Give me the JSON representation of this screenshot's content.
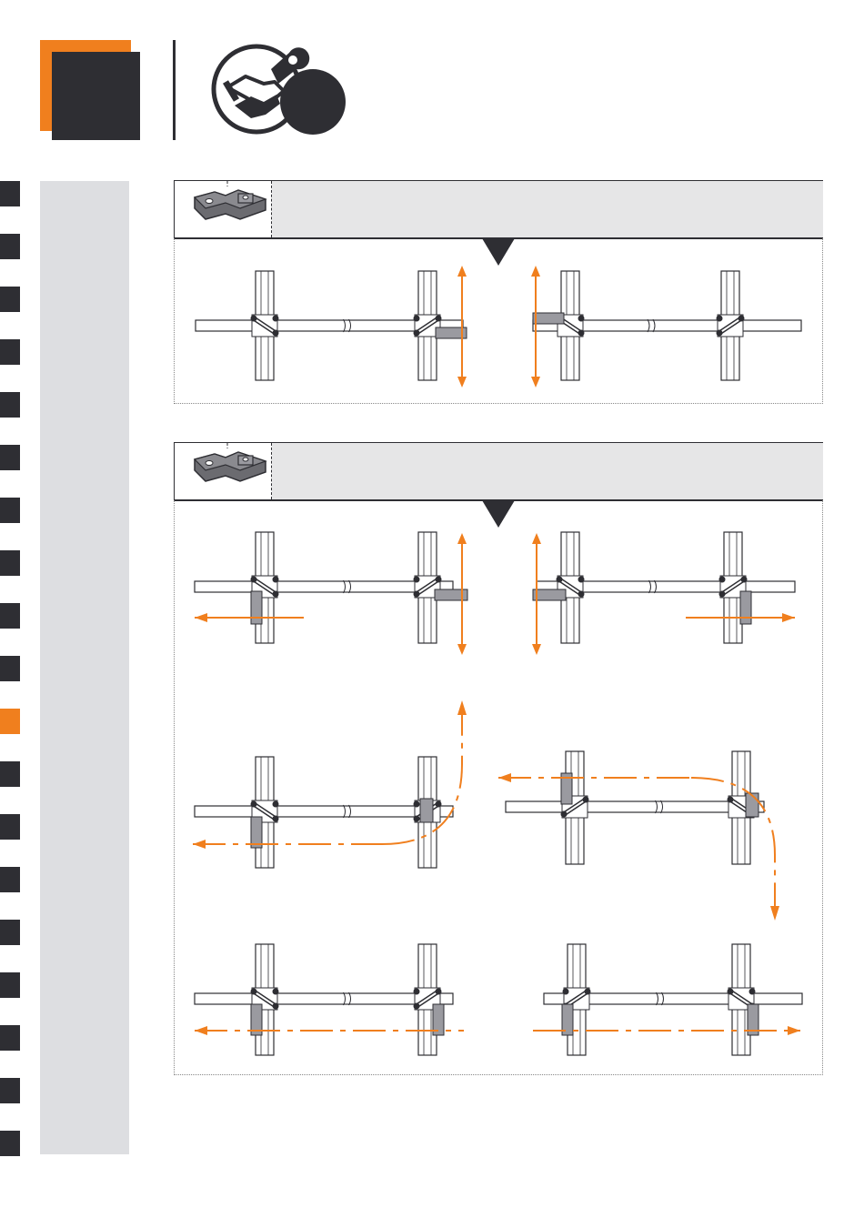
{
  "colors": {
    "accent": "#f07f1e",
    "dark": "#2e2e33",
    "sidebar": "#dddee1",
    "panel": "#e6e6e7",
    "arrow": "#f07f1e"
  },
  "header": {
    "step_icon": "handshake-wrench-icon"
  },
  "sidebar": {
    "tab_count": 19,
    "active_tab": 10
  },
  "panels": [
    {
      "id": "panel-1",
      "part_icon": "bracket-part-icon",
      "diagram": "connector-placement-row"
    },
    {
      "id": "panel-2",
      "part_icon": "bracket-part-icon",
      "diagram": "connector-placement-grid"
    }
  ]
}
